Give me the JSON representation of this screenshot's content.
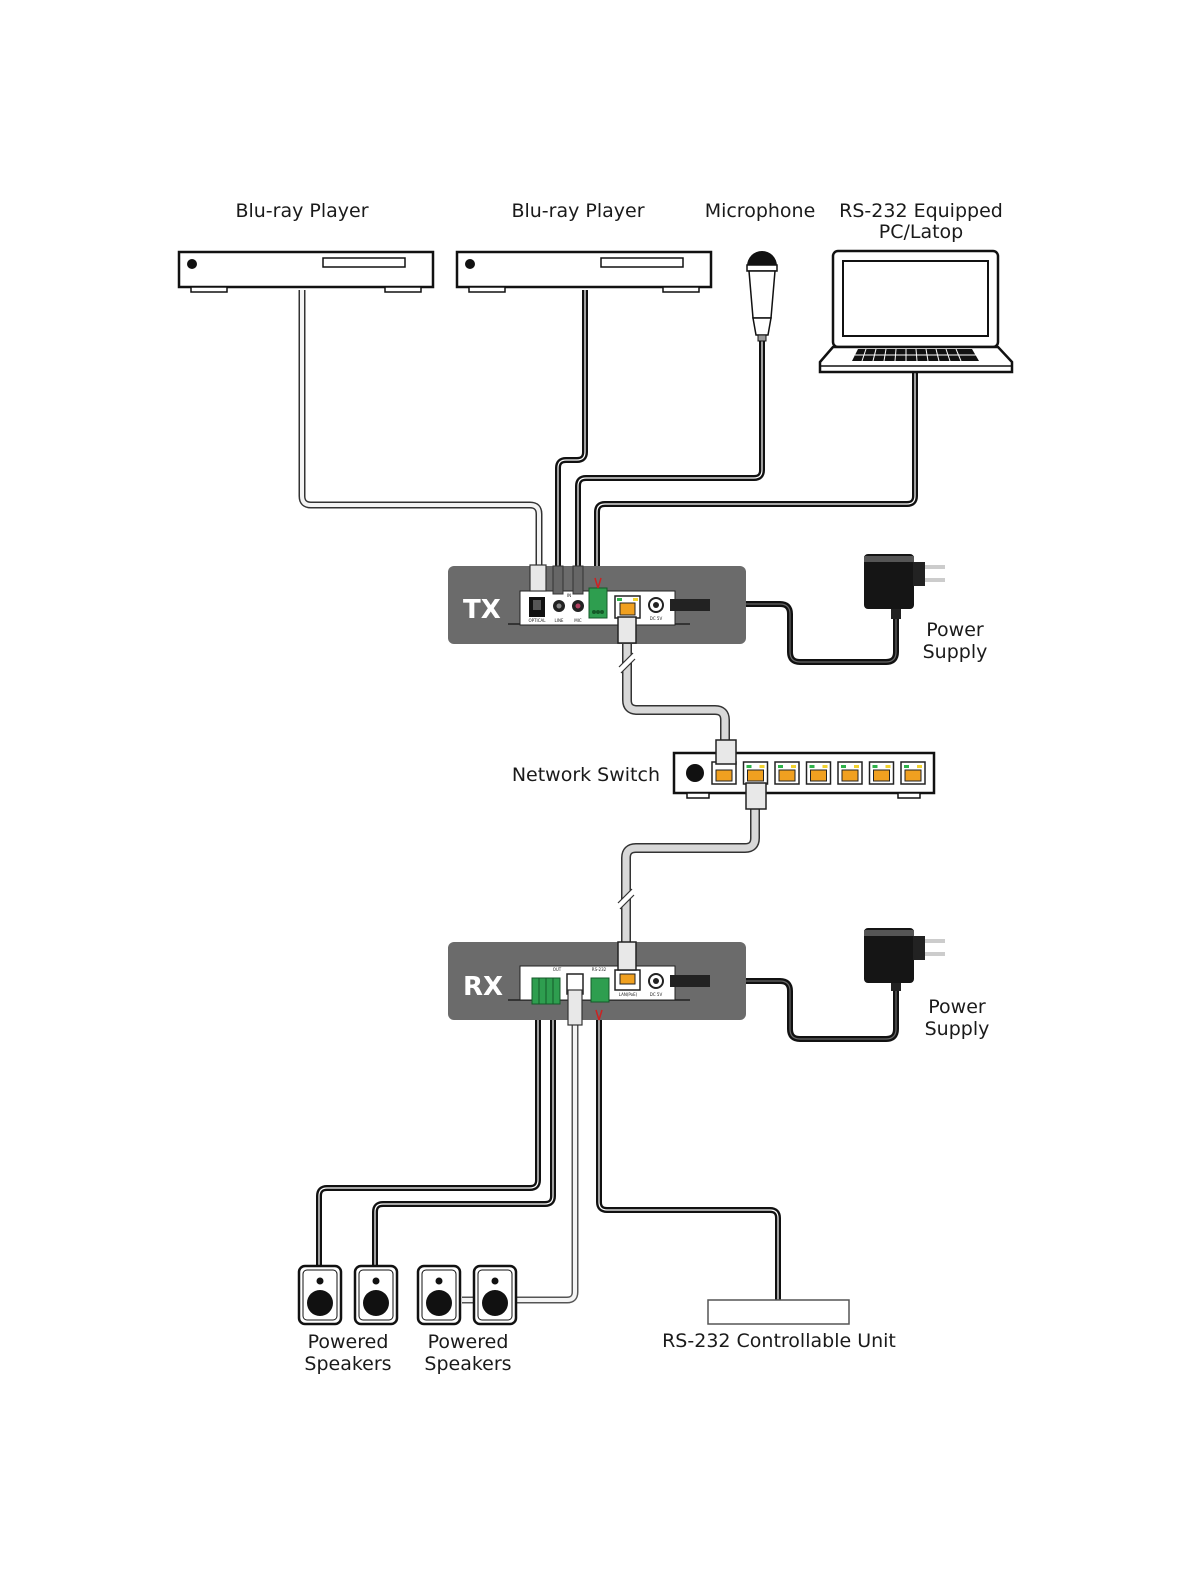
{
  "diagram": {
    "title": "",
    "devices": {
      "bluray1": {
        "label": "Blu-ray Player"
      },
      "bluray2": {
        "label": "Blu-ray Player"
      },
      "microphone": {
        "label": "Microphone"
      },
      "pc": {
        "label_line1": "RS-232 Equipped",
        "label_line2": "PC/Latop"
      },
      "tx": {
        "label": "TX",
        "ports": [
          "OPTICAL",
          "LINE",
          "MIC",
          "DC 5V"
        ],
        "port_group": "IN"
      },
      "psu_tx": {
        "label_line1": "Power",
        "label_line2": "Supply"
      },
      "switch": {
        "label": "Network Switch",
        "port_count": 7
      },
      "rx": {
        "label": "RX",
        "ports": [
          "OUT",
          "RS-232",
          "LAN(PoE)",
          "DC 5V"
        ]
      },
      "psu_rx": {
        "label_line1": "Power",
        "label_line2": "Supply"
      },
      "speakers1": {
        "label_line1": "Powered",
        "label_line2": "Speakers"
      },
      "speakers2": {
        "label_line1": "Powered",
        "label_line2": "Speakers"
      },
      "rs232_unit": {
        "label": "RS-232 Controllable Unit"
      }
    },
    "connections": [
      {
        "from": "Blu-ray Player 1",
        "to": "TX OPTICAL",
        "cable": "optical"
      },
      {
        "from": "Blu-ray Player 2",
        "to": "TX LINE",
        "cable": "audio"
      },
      {
        "from": "Microphone",
        "to": "TX MIC",
        "cable": "audio"
      },
      {
        "from": "RS-232 Equipped PC/Latop",
        "to": "TX RS-232",
        "cable": "serial"
      },
      {
        "from": "Power Supply",
        "to": "TX DC 5V",
        "cable": "power"
      },
      {
        "from": "TX LAN",
        "to": "Network Switch",
        "cable": "ethernet"
      },
      {
        "from": "Network Switch",
        "to": "RX LAN(PoE)",
        "cable": "ethernet"
      },
      {
        "from": "Power Supply",
        "to": "RX DC 5V",
        "cable": "power"
      },
      {
        "from": "RX OUT",
        "to": "Powered Speakers 1",
        "cable": "audio"
      },
      {
        "from": "RX OPTICAL",
        "to": "Powered Speakers 2",
        "cable": "optical"
      },
      {
        "from": "RX RS-232",
        "to": "RS-232 Controllable Unit",
        "cable": "serial"
      }
    ],
    "colors": {
      "unit_body": "#6b6b6b",
      "terminal_green": "#2e9e4f",
      "rj45_orange": "#f0a020",
      "led_green": "#2fb34a",
      "led_yellow": "#f2d22e",
      "cable_dark": "#1a1a1a",
      "cable_light": "#d8d8d8"
    }
  }
}
